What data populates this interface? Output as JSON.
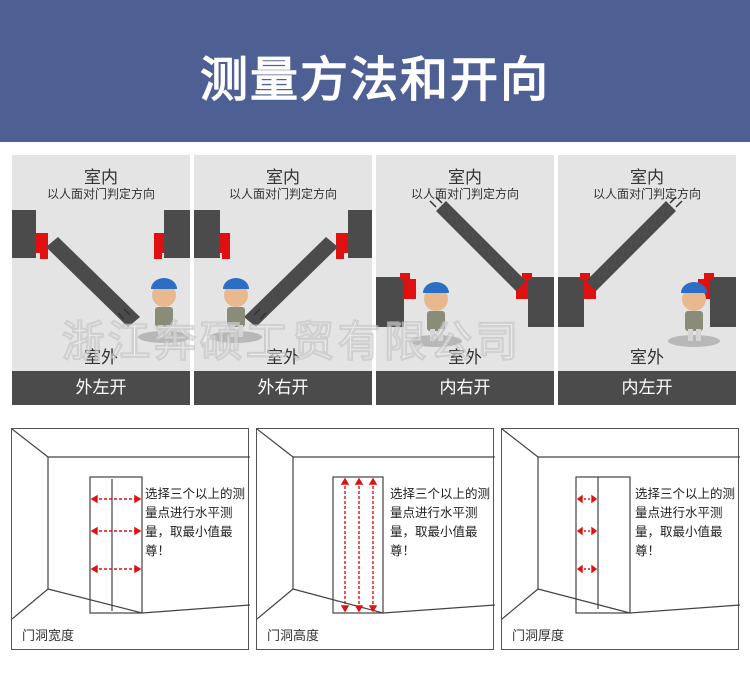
{
  "header": {
    "title": "测量方法和开向"
  },
  "panels": [
    {
      "indoor": "室内",
      "note": "以人面对门判定方向",
      "outdoor": "室外",
      "label": "外左开"
    },
    {
      "indoor": "室内",
      "note": "以人面对门判定方向",
      "outdoor": "室外",
      "label": "外右开"
    },
    {
      "indoor": "室内",
      "note": "以人面对门判定方向",
      "outdoor": "室外",
      "label": "内右开"
    },
    {
      "indoor": "室内",
      "note": "以人面对门判定方向",
      "outdoor": "室外",
      "label": "内左开"
    }
  ],
  "watermark": "浙江奔硕工贸有限公司",
  "rooms": [
    {
      "tip": "选择三个以上的测量点进行水平测量，取最小值最尊！",
      "label": "门洞宽度"
    },
    {
      "tip": "选择三个以上的测量点进行水平测量，取最小值最尊！",
      "label": "门洞高度"
    },
    {
      "tip": "选择三个以上的测量点进行水平测量，取最小值最尊！",
      "label": "门洞厚度"
    }
  ],
  "colors": {
    "header": "#4e5f94",
    "panel_bg": "#e4e4e4",
    "wall": "#4b4b4b",
    "accent_red": "#e01010",
    "cap_blue": "#2a6fc4"
  }
}
